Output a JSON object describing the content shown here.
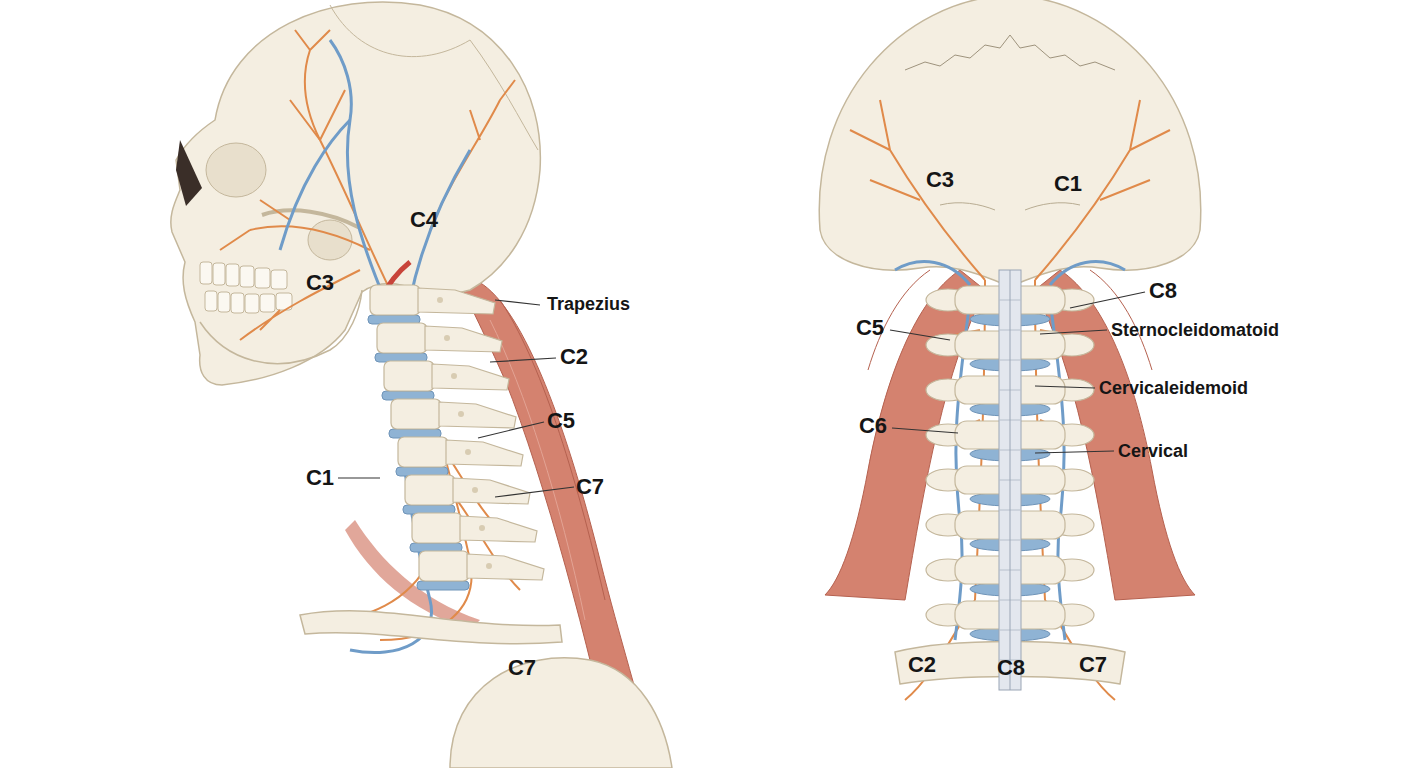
{
  "diagram": {
    "labels": [
      "C4",
      "C3",
      "Trapezius",
      "C2",
      "C5",
      "C1",
      "C7",
      "C7",
      "C3",
      "C1",
      "C8",
      "C5",
      "Sternocleidomatoid",
      "Cervicaleidemoid",
      "C6",
      "Cervical",
      "C2",
      "C8",
      "C7"
    ]
  }
}
